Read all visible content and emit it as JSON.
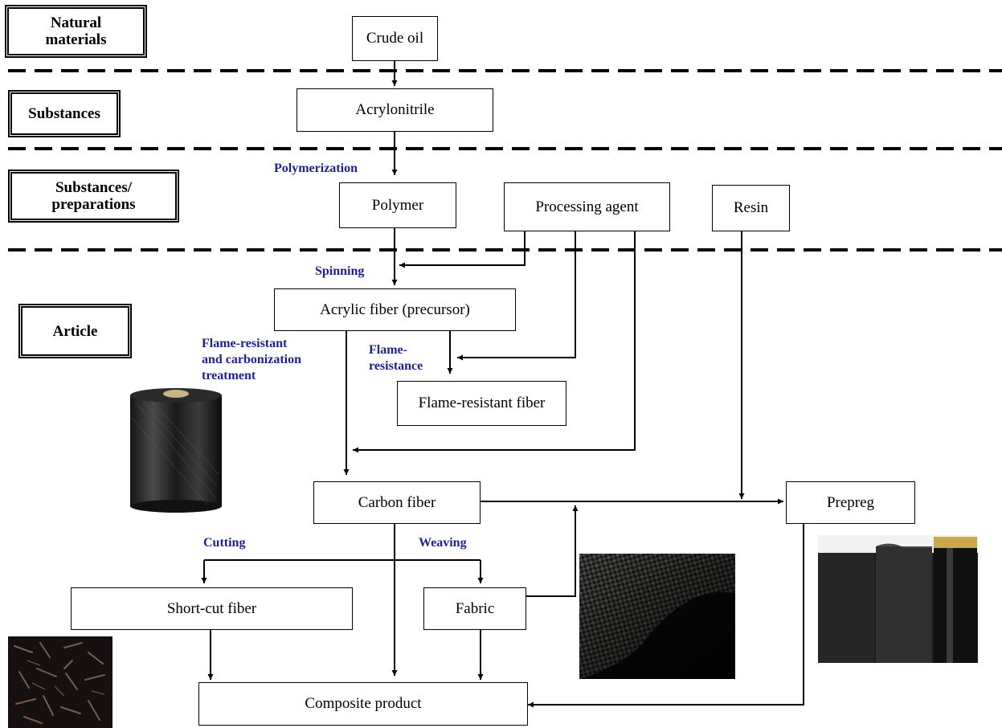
{
  "tiers": {
    "natural_materials": "Natural\nmaterials",
    "substances": "Substances",
    "substances_preparations": "Substances/\npreparations",
    "article": "Article"
  },
  "boxes": {
    "crude_oil": "Crude oil",
    "acrylonitrile": "Acrylonitrile",
    "polymer": "Polymer",
    "processing_agent": "Processing agent",
    "resin": "Resin",
    "acrylic_fiber": "Acrylic fiber (precursor)",
    "flame_resistant_fiber": "Flame-resistant fiber",
    "carbon_fiber": "Carbon fiber",
    "prepreg": "Prepreg",
    "short_cut_fiber": "Short-cut fiber",
    "fabric": "Fabric",
    "composite_product": "Composite product"
  },
  "processes": {
    "polymerization": "Polymerization",
    "spinning": "Spinning",
    "flame_resistance": "Flame-\nresistance",
    "flame_resistant_carbonization": "Flame-resistant\nand carbonization\ntreatment",
    "cutting": "Cutting",
    "weaving": "Weaving"
  },
  "colors": {
    "process_label": "#1f1f8f",
    "line": "#000000"
  }
}
